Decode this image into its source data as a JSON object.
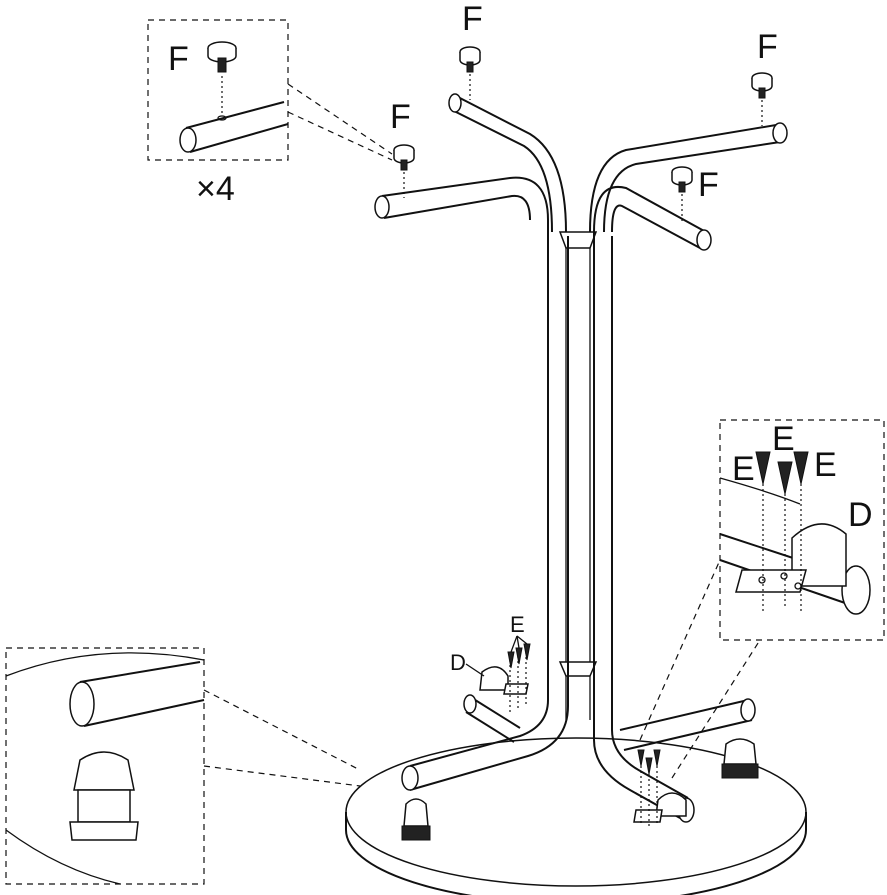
{
  "labels": {
    "foot_pad": "F",
    "multiplier": "×4",
    "screw": "E",
    "bracket": "D"
  }
}
